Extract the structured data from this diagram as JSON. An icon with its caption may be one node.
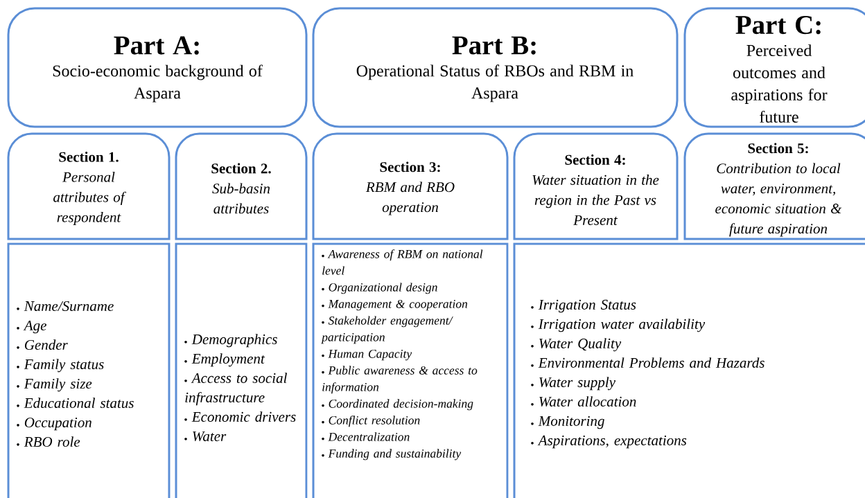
{
  "diagram": {
    "nodes": [
      {
        "text": [
          "Part A:",
          "Socio-economic background of Aspara"
        ]
      },
      {
        "text": [
          "Part B:",
          "Operational Status of RBOs and RBM in Aspara"
        ]
      },
      {
        "text": [
          "Part C:",
          "Perceived outcomes and aspirations for future"
        ]
      },
      {
        "text": [
          "Section 1.",
          "Personal attributes of respondent"
        ]
      },
      {
        "text": [
          "Section 2.",
          "Sub-basin attributes"
        ]
      },
      {
        "text": [
          "Section 3:",
          "RBM and RBO operation"
        ]
      },
      {
        "text": [
          "Section 4:",
          "Water situation in the region in the Past vs Present"
        ]
      },
      {
        "text": [
          "Section 5:",
          "Contribution to local water, environment, economic situation & future aspiration"
        ]
      },
      {
        "text": [
          "Name/Surname",
          "Age",
          "Gender",
          "Family status",
          "Family size",
          "Educational status",
          "Occupation",
          "RBO role"
        ]
      },
      {
        "text": [
          "Demographics",
          "Employment",
          "Access to social infrastructure",
          "Economic drivers",
          "Water"
        ]
      },
      {
        "text": [
          "Awareness of RBM on national level",
          "Organizational design",
          "Management & cooperation",
          "Stakeholder engagement/ participation",
          "Human Capacity",
          "Public awareness & access to information",
          "Coordinated decision-making",
          "Conflict resolution",
          "Decentralization",
          "Funding and sustainability"
        ]
      },
      {
        "text": [
          "Irrigation Status",
          "Irrigation water availability",
          "Water Quality",
          "Environmental Problems and Hazards",
          "Water supply",
          "Water allocation",
          "Monitoring",
          "Aspirations, expectations"
        ]
      }
    ]
  }
}
